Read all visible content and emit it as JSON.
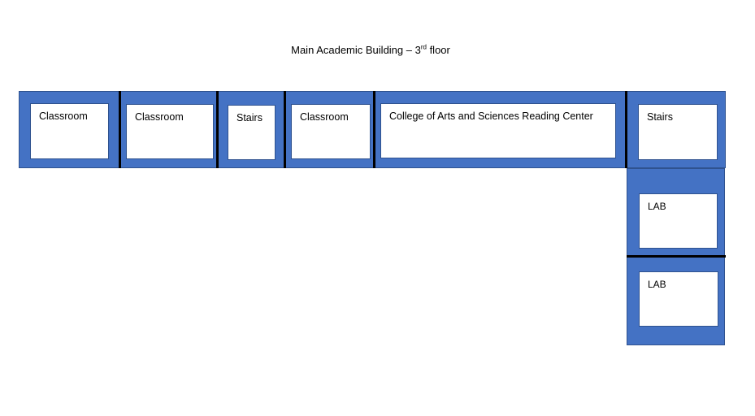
{
  "title": {
    "prefix": "Main Academic Building – 3",
    "superscript": "rd",
    "suffix": " floor"
  },
  "rooms": [
    {
      "label": "Classroom"
    },
    {
      "label": "Classroom"
    },
    {
      "label": "Stairs"
    },
    {
      "label": "Classroom"
    },
    {
      "label": "College of Arts and Sciences Reading Center"
    },
    {
      "label": "Stairs"
    },
    {
      "label": "LAB"
    },
    {
      "label": "LAB"
    }
  ],
  "colors": {
    "corridor": "#4472c4",
    "room": "#ffffff",
    "divider": "#000000"
  }
}
